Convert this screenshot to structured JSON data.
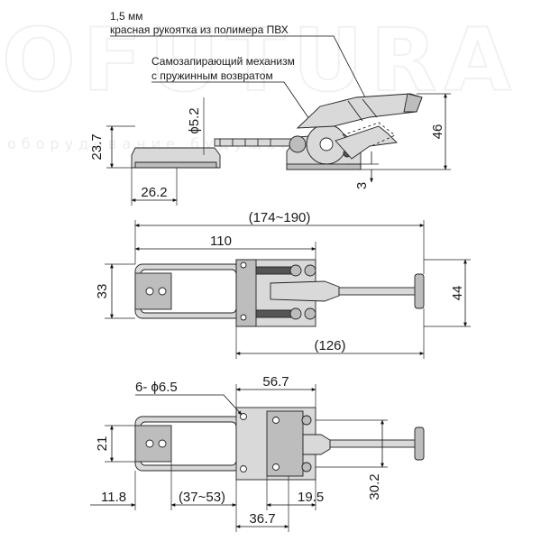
{
  "watermark": {
    "logo": "OFUTURA",
    "tagline": "оборудование будущего"
  },
  "notes": {
    "thickness": "1,5 мм",
    "handle": "красная рукоятка из полимера ПВХ",
    "mechanism_line1": "Самозапирающий механизм",
    "mechanism_line2": "с пружинным возвратом"
  },
  "side_view": {
    "dia": "ϕ5.2",
    "height_left": "23.7",
    "width_base": "26.2",
    "height_right": "46",
    "gap": "3"
  },
  "top_view": {
    "total_length": "(174~190)",
    "loop_length": "110",
    "loop_width": "33",
    "overall_width": "44",
    "base_to_handle": "(126)"
  },
  "bottom_view": {
    "holes": "6- ϕ6.5",
    "hole_pitch_x": "56.7",
    "loop_width": "21",
    "left_offset": "11.8",
    "adjust_range": "(37~53)",
    "right_offset": "19.5",
    "hole_pitch_y": "30.2",
    "base_pitch": "36.7"
  }
}
